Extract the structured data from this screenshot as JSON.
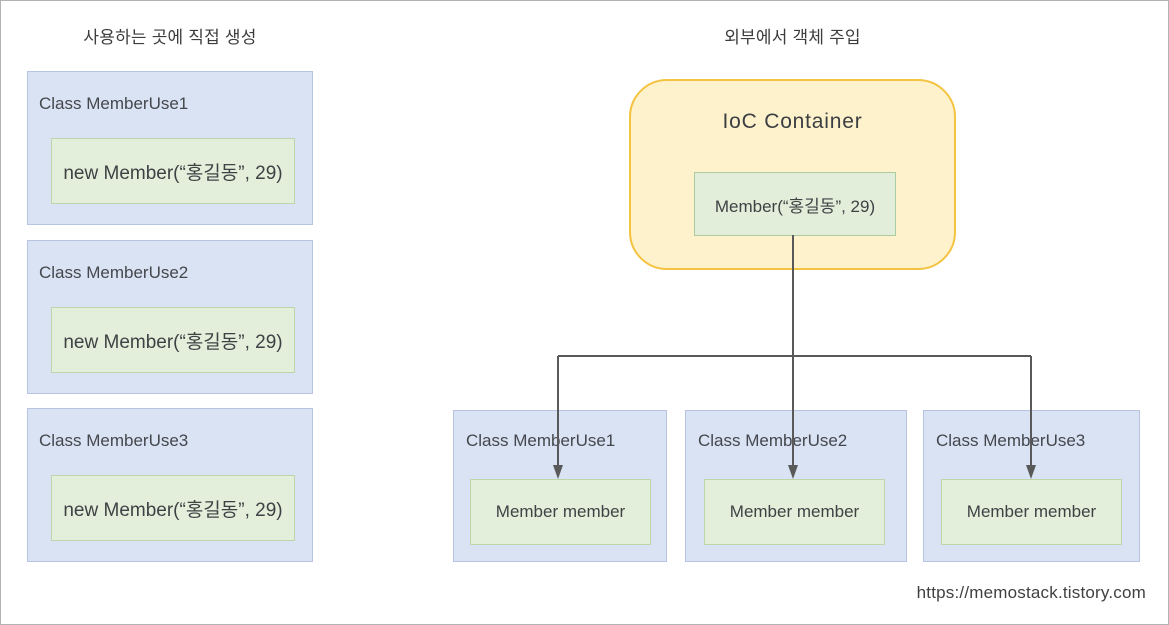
{
  "left_section": {
    "title": "사용하는 곳에 직접 생성",
    "classes": [
      {
        "label": "Class MemberUse1",
        "code": "new Member(“홍길동”, 29)"
      },
      {
        "label": "Class MemberUse2",
        "code": "new Member(“홍길동”, 29)"
      },
      {
        "label": "Class MemberUse3",
        "code": "new Member(“홍길동”, 29)"
      }
    ]
  },
  "right_section": {
    "title": "외부에서 객체 주입",
    "ioc_container": {
      "title": "IoC Container",
      "code": "Member(“홍길동”, 29)"
    },
    "classes": [
      {
        "label": "Class MemberUse1",
        "code": "Member member"
      },
      {
        "label": "Class MemberUse2",
        "code": "Member member"
      },
      {
        "label": "Class MemberUse3",
        "code": "Member member"
      }
    ]
  },
  "footer": {
    "url": "https://memostack.tistory.com"
  },
  "colors": {
    "class_box_fill": "#dae3f3",
    "class_box_border": "#b6c4e2",
    "code_box_fill": "#e3efda",
    "code_box_border": "#bcd6aa",
    "ioc_fill": "#fdf2cc",
    "ioc_border": "#f5c342",
    "arrow": "#595959",
    "text": "#404040",
    "frame_border": "#b2b2b2"
  }
}
